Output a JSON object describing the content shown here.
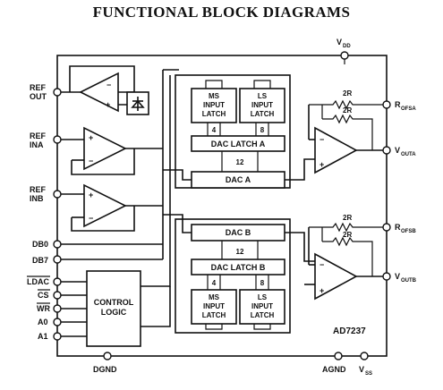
{
  "title": "FUNCTIONAL BLOCK DIAGRAMS",
  "part_number": "AD7237",
  "pins_left": {
    "ref_out": [
      "REF",
      "OUT"
    ],
    "ref_ina": [
      "REF",
      "INA"
    ],
    "ref_inb": [
      "REF",
      "INB"
    ],
    "db0": "DB0",
    "db7": "DB7",
    "ldac": "LDAC",
    "cs": "CS",
    "wr": "WR",
    "a0": "A0",
    "a1": "A1"
  },
  "pins_right": {
    "vdd": {
      "main": "V",
      "sub": "DD"
    },
    "rofsa": {
      "main": "R",
      "sub": "OFSA"
    },
    "vouta": {
      "main": "V",
      "sub": "OUTA"
    },
    "rofsb": {
      "main": "R",
      "sub": "OFSB"
    },
    "voutb": {
      "main": "V",
      "sub": "OUTB"
    }
  },
  "pins_bottom": {
    "dgnd": "DGND",
    "agnd": "AGND",
    "vss": {
      "main": "V",
      "sub": "SS"
    }
  },
  "blocks": {
    "ms_latch_a": [
      "MS",
      "INPUT",
      "LATCH"
    ],
    "ls_latch_a": [
      "LS",
      "INPUT",
      "LATCH"
    ],
    "dac_latch_a": "DAC LATCH A",
    "dac_a": "DAC A",
    "dac_b": "DAC B",
    "dac_latch_b": "DAC LATCH B",
    "ms_latch_b": [
      "MS",
      "INPUT",
      "LATCH"
    ],
    "ls_latch_b": [
      "LS",
      "INPUT",
      "LATCH"
    ],
    "control_logic": [
      "CONTROL",
      "LOGIC"
    ]
  },
  "bus_labels": {
    "ms_a": "4",
    "ls_a": "8",
    "dac_a_bus": "12",
    "dac_b_bus": "12",
    "ms_b": "4",
    "ls_b": "8"
  },
  "resistors": {
    "r_a1": "2R",
    "r_a2": "2R",
    "r_b1": "2R",
    "r_b2": "2R"
  },
  "opamp_signs": {
    "plus": "+",
    "minus": "−"
  }
}
